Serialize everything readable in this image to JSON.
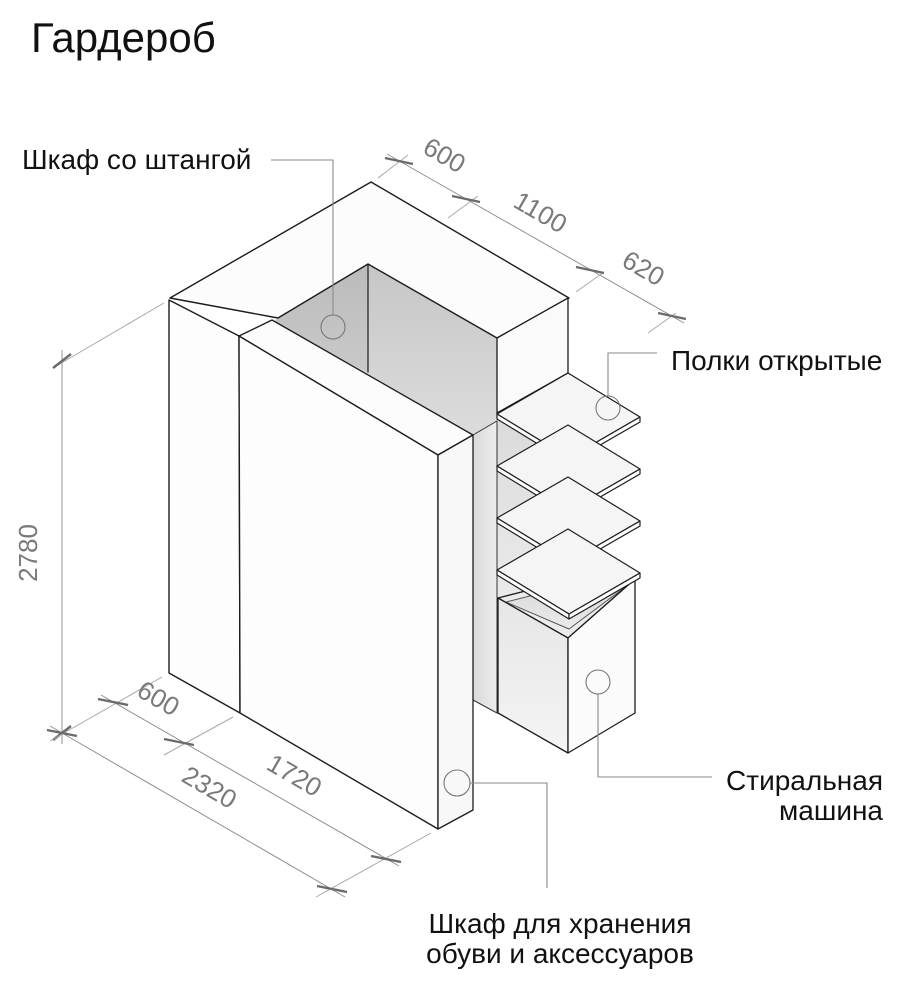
{
  "title": "Гардероб",
  "annotations": {
    "rod_cabinet": "Шкаф со штангой",
    "open_shelves": "Полки открытые",
    "washing_machine_line1": "Стиральная",
    "washing_machine_line2": "машина",
    "shoe_cabinet_line1": "Шкаф для хранения",
    "shoe_cabinet_line2": "обуви и аксессуаров"
  },
  "dimensions_mm": {
    "top_segment_1": "600",
    "top_segment_2": "1100",
    "top_segment_3": "620",
    "bottom_segment_1": "600",
    "bottom_segment_2": "1720",
    "bottom_total": "2320",
    "height": "2780"
  },
  "colors": {
    "outline": "#1c1c1c",
    "dimension_lines": "#909090",
    "dimension_text": "#7a7a7a",
    "label_text": "#111111",
    "interior_shade_dark": "#c6c6c6",
    "interior_shade_light": "#f2f2f2",
    "background": "#ffffff"
  }
}
